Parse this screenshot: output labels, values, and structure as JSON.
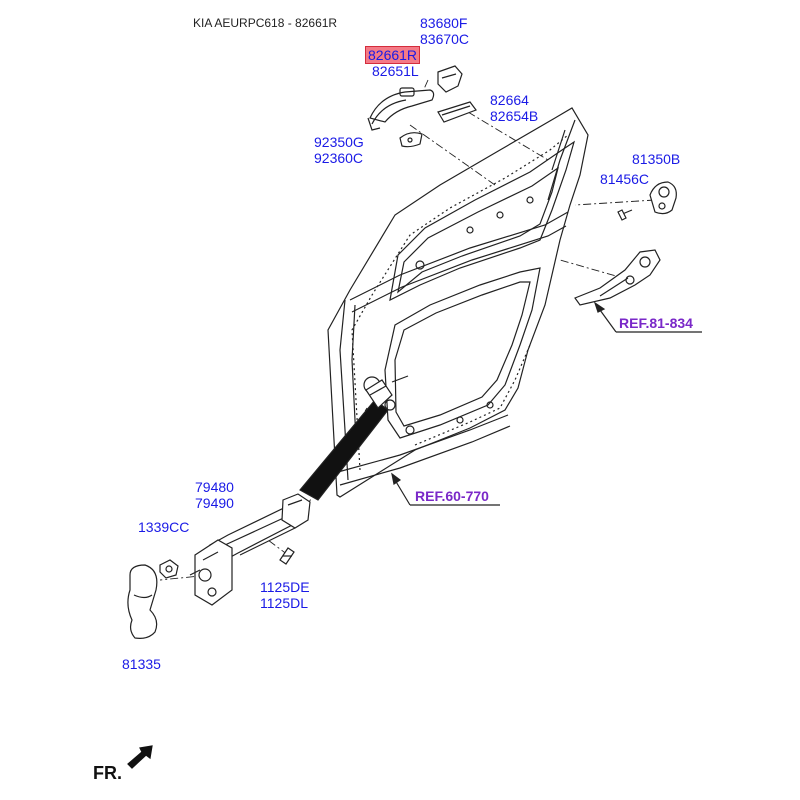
{
  "header": {
    "title": "KIA AEURPC618 - 82661R"
  },
  "labels": {
    "p83680F": "83680F",
    "p83670C": "83670C",
    "p82661R": "82661R",
    "p82651L": "82651L",
    "p82664": "82664",
    "p82654B": "82654B",
    "p92350G": "92350G",
    "p92360C": "92360C",
    "p81350B": "81350B",
    "p81456C": "81456C",
    "p79480": "79480",
    "p79490": "79490",
    "p1339CC": "1339CC",
    "p1125DE": "1125DE",
    "p1125DL": "1125DL",
    "p81335": "81335"
  },
  "references": {
    "ref1": "REF.81-834",
    "ref2": "REF.60-770"
  },
  "footer": {
    "direction": "FR."
  },
  "colors": {
    "label": "#1a1ae6",
    "reference": "#7a28c8",
    "highlight": "#f47a86",
    "line": "#222222"
  }
}
